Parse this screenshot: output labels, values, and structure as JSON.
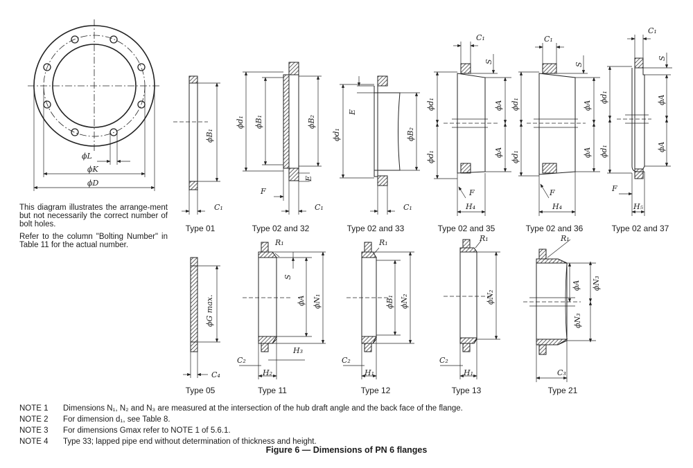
{
  "description": {
    "arrangement": "This diagram illustrates the arrange-ment but not necessarily the correct number of bolt holes.",
    "refer": "Refer to the column \"Bolting Number\" in Table 11 for the actual number."
  },
  "type_labels": {
    "type01": "Type 01",
    "type02_32": "Type 02 and 32",
    "type02_33": "Type 02 and 33",
    "type02_35": "Type 02 and 35",
    "type02_36": "Type 02 and 36",
    "type02_37": "Type 02 and 37",
    "type05": "Type 05",
    "type11": "Type 11",
    "type12": "Type 12",
    "type13": "Type 13",
    "type21": "Type 21"
  },
  "dims": {
    "phiL": "ϕL",
    "phiK": "ϕK",
    "phiD": "ϕD",
    "phiB1": "ϕB₁",
    "phiB2": "ϕB₂",
    "phid1": "ϕd₁",
    "phiA": "ϕA",
    "phiG": "ϕG max.",
    "phiN1": "ϕN₁",
    "phiN2": "ϕN₂",
    "phiN3": "ϕN₃",
    "C1": "C₁",
    "C2": "C₂",
    "C3": "C₃",
    "C4": "C₄",
    "E": "E",
    "F": "F",
    "S": "S",
    "H1": "H₁",
    "H2": "H₂",
    "H3": "H₃",
    "H4": "H₄",
    "H5": "H₅",
    "R1": "R₁"
  },
  "notes": [
    {
      "id": "NOTE 1",
      "text": "Dimensions N₁, N₂ and N₃ are measured at the intersection of the hub draft angle and the back face of the flange."
    },
    {
      "id": "NOTE 2",
      "text": "For dimension d₁, see Table 8."
    },
    {
      "id": "NOTE 3",
      "text": "For dimensions Gmax refer to NOTE 1 of 5.6.1."
    },
    {
      "id": "NOTE 4",
      "text": "Type 33; lapped pipe end without determination of thickness and height."
    }
  ],
  "caption": "Figure 6 — Dimensions of PN 6 flanges"
}
